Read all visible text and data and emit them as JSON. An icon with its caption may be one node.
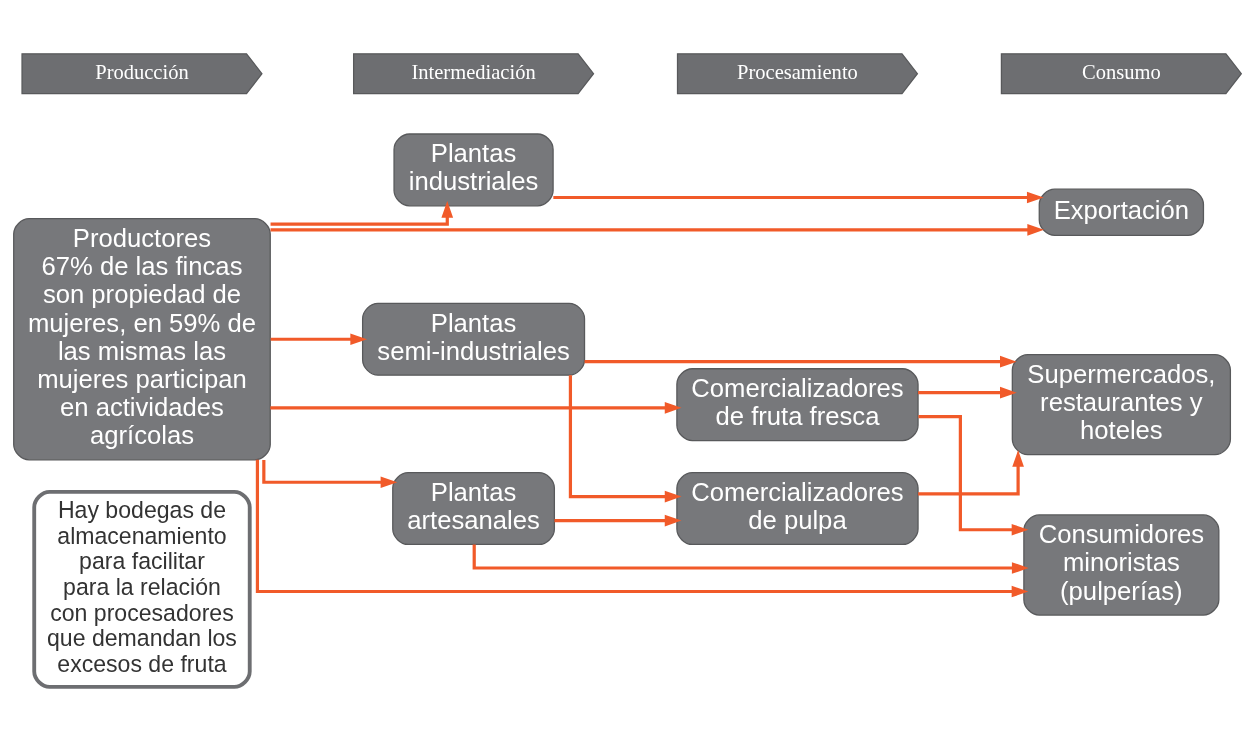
{
  "diagram": {
    "nodes": [
      {
        "text": [
          "Producción"
        ]
      },
      {
        "text": [
          "Intermediación"
        ]
      },
      {
        "text": [
          "Procesamiento"
        ]
      },
      {
        "text": [
          "Consumo"
        ]
      },
      {
        "text": [
          "Productores",
          "67% de las fincas son propiedad de mujeres, en 59% de las mismas las mujeres participan en actividades agrícolas"
        ]
      },
      {
        "text": [
          "Plantas industriales"
        ]
      },
      {
        "text": [
          "Comercializadores de fruta fresca"
        ]
      },
      {
        "text": [
          "Exportación"
        ]
      },
      {
        "text": [
          "Plantas semi-industriales"
        ]
      },
      {
        "text": [
          "Comercializadores de pulpa"
        ]
      },
      {
        "text": [
          "Supermercados, restaurantes y hoteles"
        ]
      },
      {
        "text": [
          "Hay bodegas de almacenamiento para facilitar para la relación con procesadores que demandan los excesos de fruta"
        ]
      },
      {
        "text": [
          "Plantas artesanales"
        ]
      },
      {
        "text": [
          "Consumidores minoristas (pulperías)"
        ]
      }
    ],
    "edges": [
      {
        "from": 4,
        "to": 6,
        "arrow": "to"
      },
      {
        "from": 4,
        "to": 7,
        "arrow": "to"
      },
      {
        "from": 4,
        "to": 5,
        "arrow": "to"
      },
      {
        "from": 4,
        "to": 8,
        "arrow": "to"
      },
      {
        "from": 4,
        "to": 12,
        "arrow": "to"
      },
      {
        "from": 4,
        "to": 13,
        "arrow": "to"
      },
      {
        "from": 5,
        "to": 7,
        "arrow": "to"
      },
      {
        "from": 6,
        "to": 10,
        "arrow": "to"
      },
      {
        "from": 6,
        "to": 13,
        "arrow": "to"
      },
      {
        "from": 8,
        "to": 9,
        "arrow": "to"
      },
      {
        "from": 9,
        "to": 10,
        "arrow": "to"
      },
      {
        "from": 8,
        "to": 10,
        "arrow": "to"
      },
      {
        "from": 12,
        "to": 9,
        "arrow": "to"
      },
      {
        "from": 12,
        "to": 13,
        "arrow": "to"
      }
    ]
  }
}
